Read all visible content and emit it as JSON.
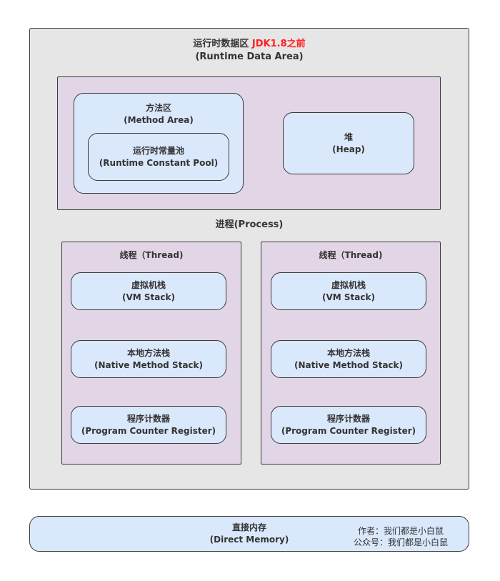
{
  "runtime_data_area": {
    "title_cn": "运行时数据区",
    "title_version": "JDK1.8之前",
    "title_en": "(Runtime Data Area)",
    "version_color": "#ff2020"
  },
  "method_area": {
    "cn": "方法区",
    "en": "(Method Area)"
  },
  "runtime_constant_pool": {
    "cn": "运行时常量池",
    "en": "(Runtime Constant Pool)"
  },
  "heap": {
    "cn": "堆",
    "en": "(Heap)"
  },
  "process": {
    "label": "进程(Process)"
  },
  "threads": [
    {
      "label": "线程（Thread)",
      "vm_stack": {
        "cn": "虚拟机栈",
        "en": "(VM Stack)"
      },
      "native_stack": {
        "cn": "本地方法栈",
        "en": "(Native Method Stack)"
      },
      "pc_register": {
        "cn": "程序计数器",
        "en": "(Program Counter Register)"
      }
    },
    {
      "label": "线程（Thread)",
      "vm_stack": {
        "cn": "虚拟机栈",
        "en": "(VM Stack)"
      },
      "native_stack": {
        "cn": "本地方法栈",
        "en": "(Native Method Stack)"
      },
      "pc_register": {
        "cn": "程序计数器",
        "en": "(Program Counter Register)"
      }
    }
  ],
  "direct_memory": {
    "cn": "直接内存",
    "en": "(Direct Memory)"
  },
  "author": {
    "line1": "作者：我们都是小白鼠",
    "line2": "公众号：我们都是小白鼠"
  },
  "colors": {
    "outer_fill": "#e6e6e6",
    "region_fill": "#e2d5e6",
    "block_fill": "#dae8fc",
    "stroke": "#3a3a3a"
  }
}
